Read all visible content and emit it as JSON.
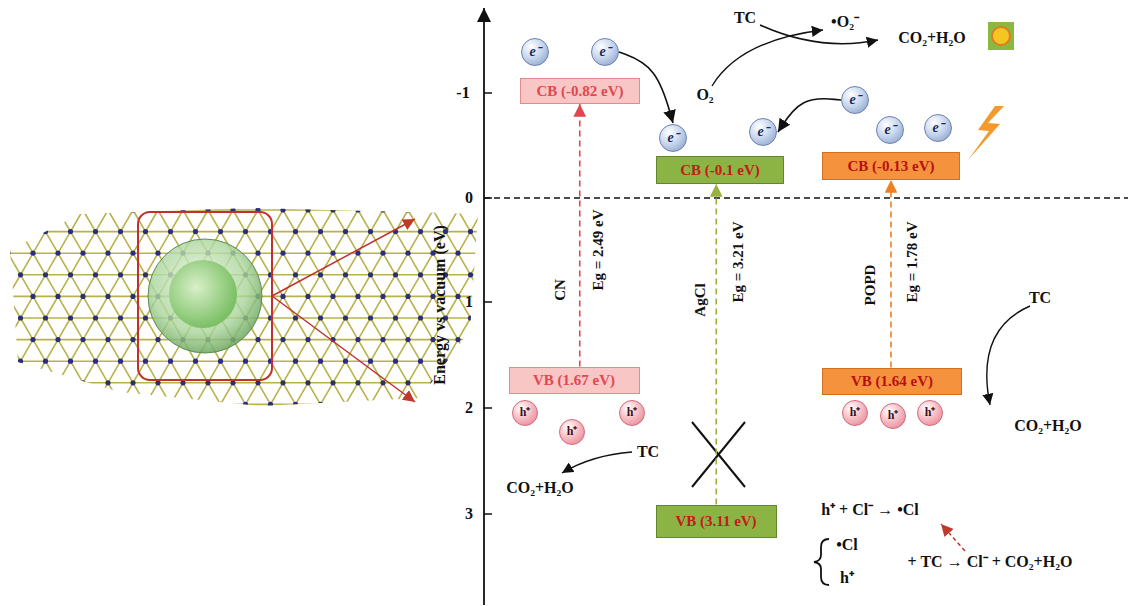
{
  "diagram": {
    "nodes": [
      {
        "text": [
          "e⁻"
        ]
      },
      {
        "text": [
          "e⁻"
        ]
      },
      {
        "text": [
          "CB (-0.82 eV)"
        ]
      },
      {
        "text": [
          "e⁻"
        ]
      },
      {
        "text": [
          "e⁻"
        ]
      },
      {
        "text": [
          "e⁻"
        ]
      },
      {
        "text": [
          "e⁻"
        ]
      },
      {
        "text": [
          "e⁻"
        ]
      },
      {
        "text": [
          "CB (-0.1 eV)"
        ]
      },
      {
        "text": [
          "CB (-0.13 eV)"
        ]
      },
      {
        "text": [
          "VB (1.67 eV)"
        ]
      },
      {
        "text": [
          "VB (1.64 eV)"
        ]
      },
      {
        "text": [
          "h⁺"
        ]
      },
      {
        "text": [
          "h⁺"
        ]
      },
      {
        "text": [
          "h⁺"
        ]
      },
      {
        "text": [
          "h⁺"
        ]
      },
      {
        "text": [
          "h⁺"
        ]
      },
      {
        "text": [
          "h⁺"
        ]
      },
      {
        "text": [
          "VB (3.11 eV)"
        ]
      }
    ],
    "edges": [
      {
        "from": 10,
        "to": 2,
        "arrow": "to"
      },
      {
        "from": 18,
        "to": 8,
        "arrow": "to"
      },
      {
        "from": 11,
        "to": 9,
        "arrow": "to"
      },
      {
        "from": 1,
        "to": 4,
        "arrow": "to"
      },
      {
        "from": 3,
        "to": 5,
        "arrow": "to"
      }
    ],
    "labels": [
      "Energy vs vacuum (eV)",
      "-1",
      "0",
      "1",
      "2",
      "3",
      "CN",
      "Eg = 2.49 eV",
      "AgCl",
      "Eg = 3.21 eV",
      "POPD",
      "Eg = 1.78 eV",
      "TC",
      "•O₂⁻",
      "CO₂+H₂O",
      "O₂",
      "TC",
      "CO₂+H₂O",
      "TC",
      "CO₂+H₂O",
      "h⁺ + Cl⁻ → •Cl",
      "•Cl",
      "h⁺",
      "+ TC → Cl⁻ + CO₂+H₂O"
    ]
  }
}
